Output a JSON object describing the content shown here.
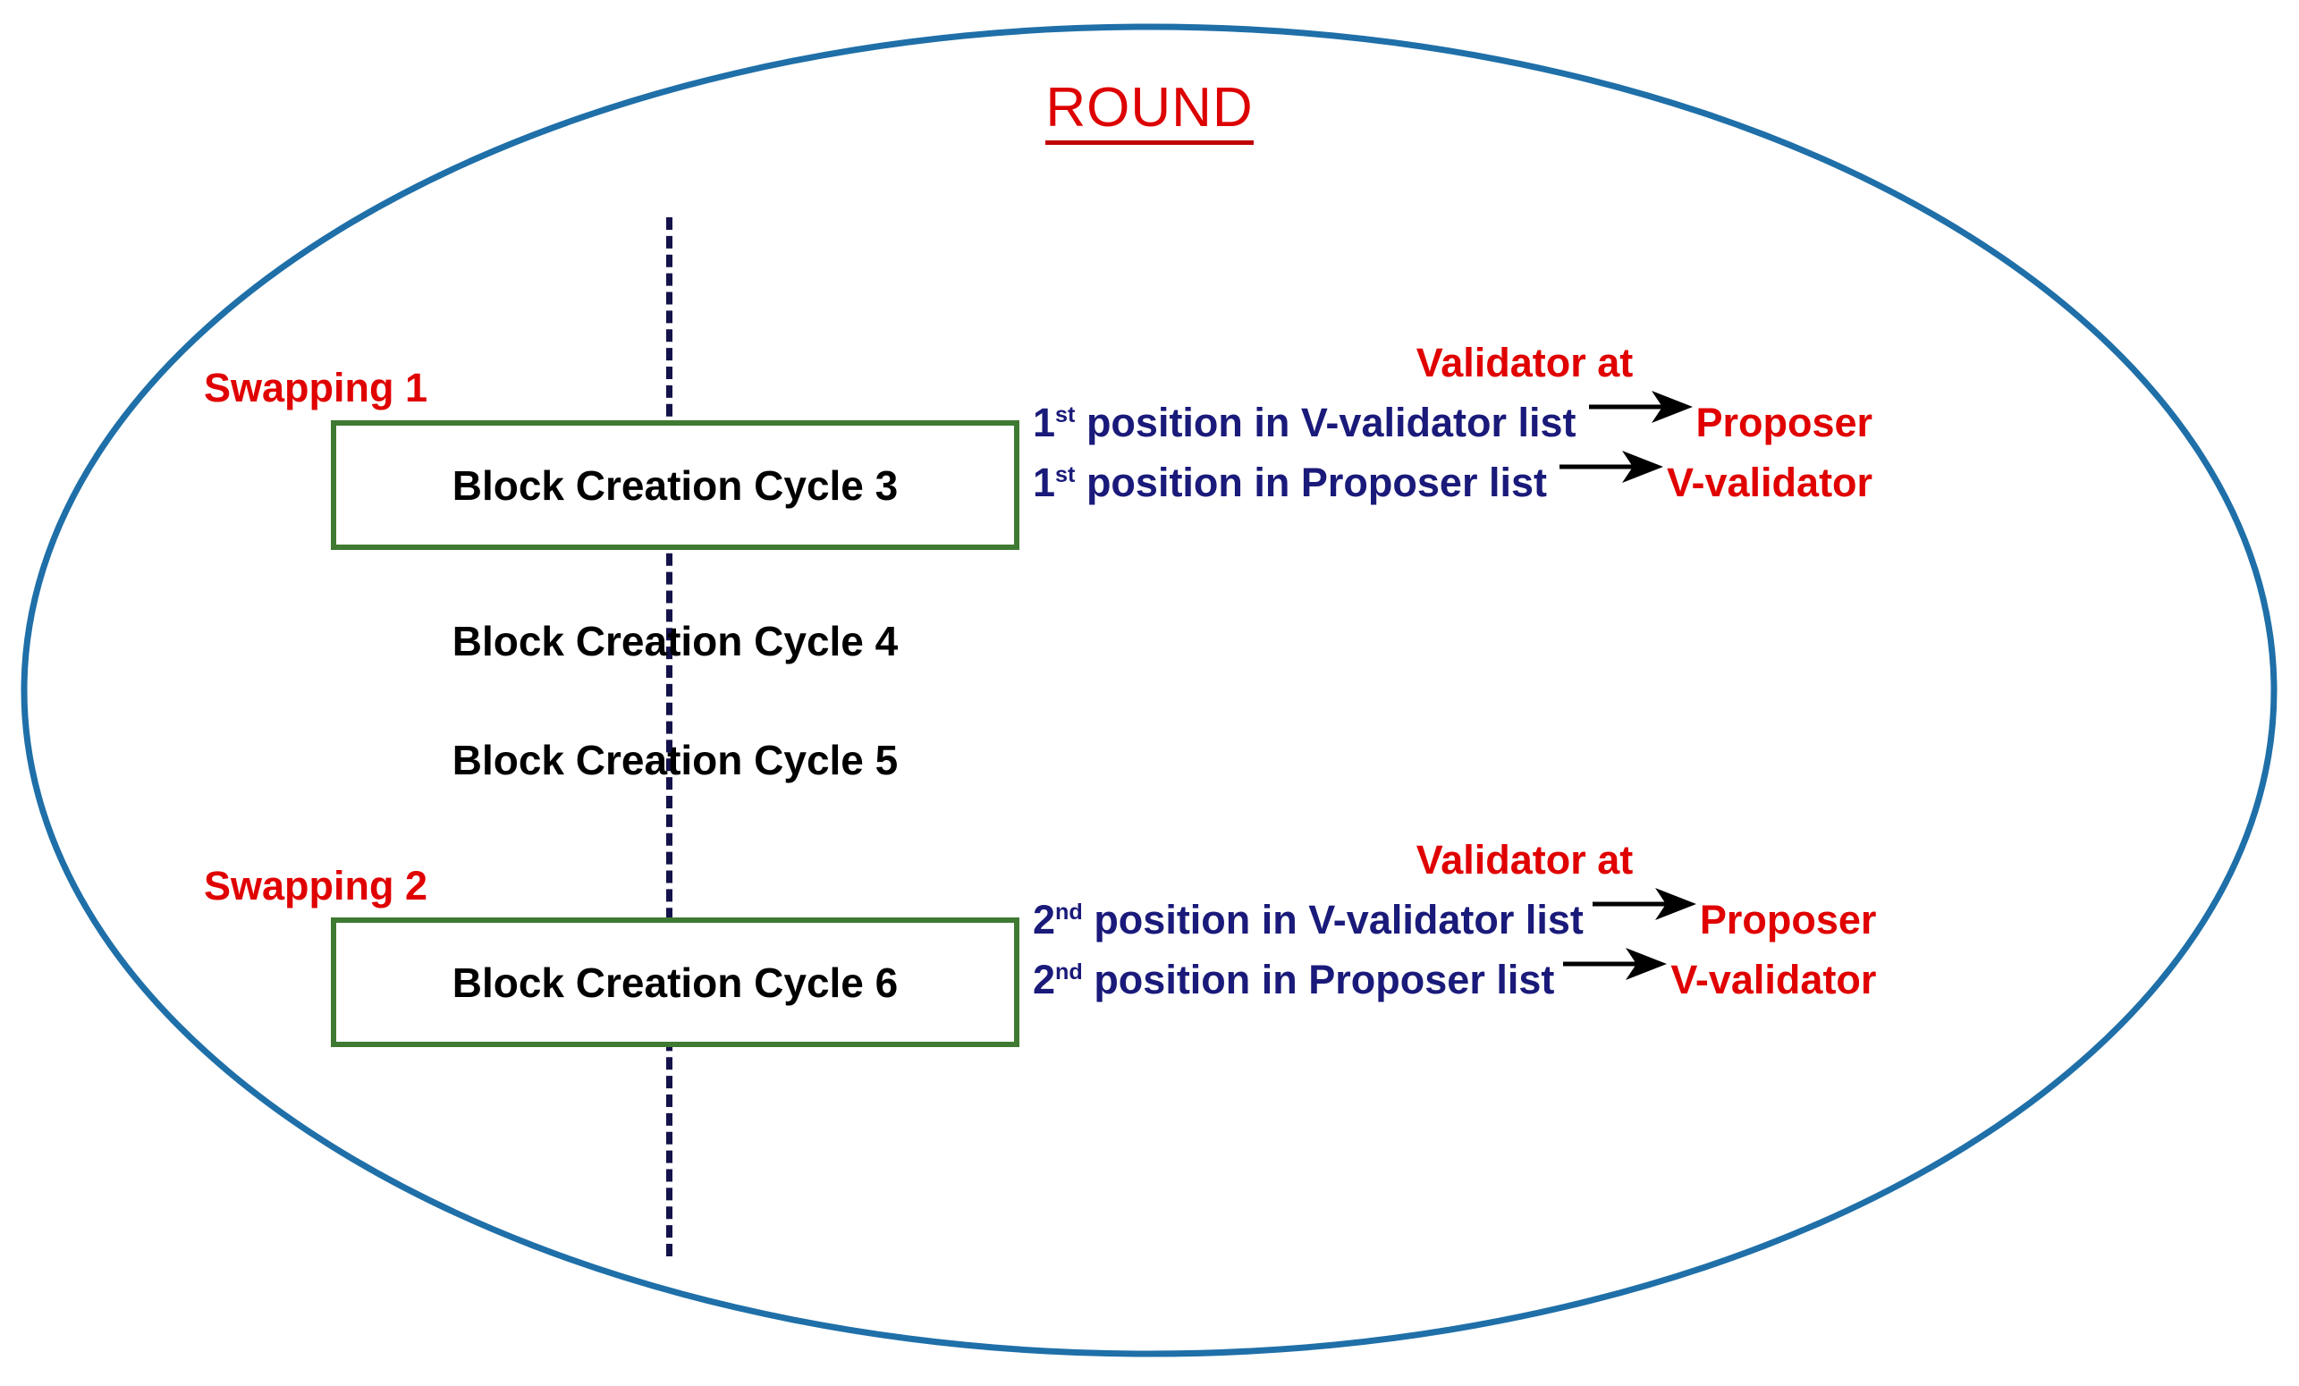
{
  "diagram": {
    "title": "ROUND",
    "colors": {
      "ellipse_stroke": "#1F6FA8",
      "title_red": "#DD0000",
      "label_red": "#E00000",
      "box_green": "#3F7A32",
      "text_navy": "#1A1A7A",
      "dashed_navy": "#13124A",
      "cycle_black": "#000000",
      "background": "#FFFFFF"
    },
    "cycles": [
      {
        "label": "Block Creation Cycle 3",
        "boxed": true
      },
      {
        "label": "Block Creation Cycle 4",
        "boxed": false
      },
      {
        "label": "Block Creation Cycle 5",
        "boxed": false
      },
      {
        "label": "Block Creation Cycle 6",
        "boxed": true
      }
    ],
    "swaps": [
      {
        "label": "Swapping 1",
        "heading": "Validator at",
        "rows": [
          {
            "ordinal": "1",
            "ordinal_suffix": "st",
            "from_text": " position in V-validator list",
            "arrow": "right-arrow-icon",
            "to_text": "Proposer"
          },
          {
            "ordinal": "1",
            "ordinal_suffix": "st",
            "from_text": " position in Proposer list",
            "arrow": "right-arrow-icon",
            "to_text": "V-validator"
          }
        ]
      },
      {
        "label": "Swapping 2",
        "heading": "Validator at",
        "rows": [
          {
            "ordinal": "2",
            "ordinal_suffix": "nd",
            "from_text": " position in V-validator list",
            "arrow": "right-arrow-icon",
            "to_text": "Proposer"
          },
          {
            "ordinal": "2",
            "ordinal_suffix": "nd",
            "from_text": " position in Proposer list",
            "arrow": "right-arrow-icon",
            "to_text": "V-validator"
          }
        ]
      }
    ]
  }
}
